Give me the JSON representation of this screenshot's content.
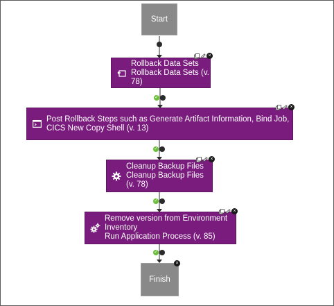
{
  "start": {
    "label": "Start"
  },
  "finish": {
    "label": "Finish"
  },
  "steps": [
    {
      "name": "Rollback Data Sets",
      "detail": "Rollback Data Sets (v. 78)",
      "icon": "rollback-icon"
    },
    {
      "name": "Post Rollback Steps such as Generate Artifact Information, Bind Job, CICS New Copy Shell (v. 13)",
      "detail": "",
      "icon": "terminal-icon"
    },
    {
      "name": "Cleanup Backup Files",
      "detail": "Cleanup Backup Files (v. 78)",
      "icon": "gear-icon"
    },
    {
      "name": "Remove version from Environment Inventory",
      "detail": "Run Application Process (v. 85)",
      "icon": "gears-icon"
    }
  ],
  "colors": {
    "step": "#7a1b7e",
    "terminal": "#898989",
    "success": "#6bbf3a",
    "port": "#2b2b2b",
    "line": "#2b2b2b"
  },
  "symbols": {
    "close": "×",
    "check": "✓"
  }
}
